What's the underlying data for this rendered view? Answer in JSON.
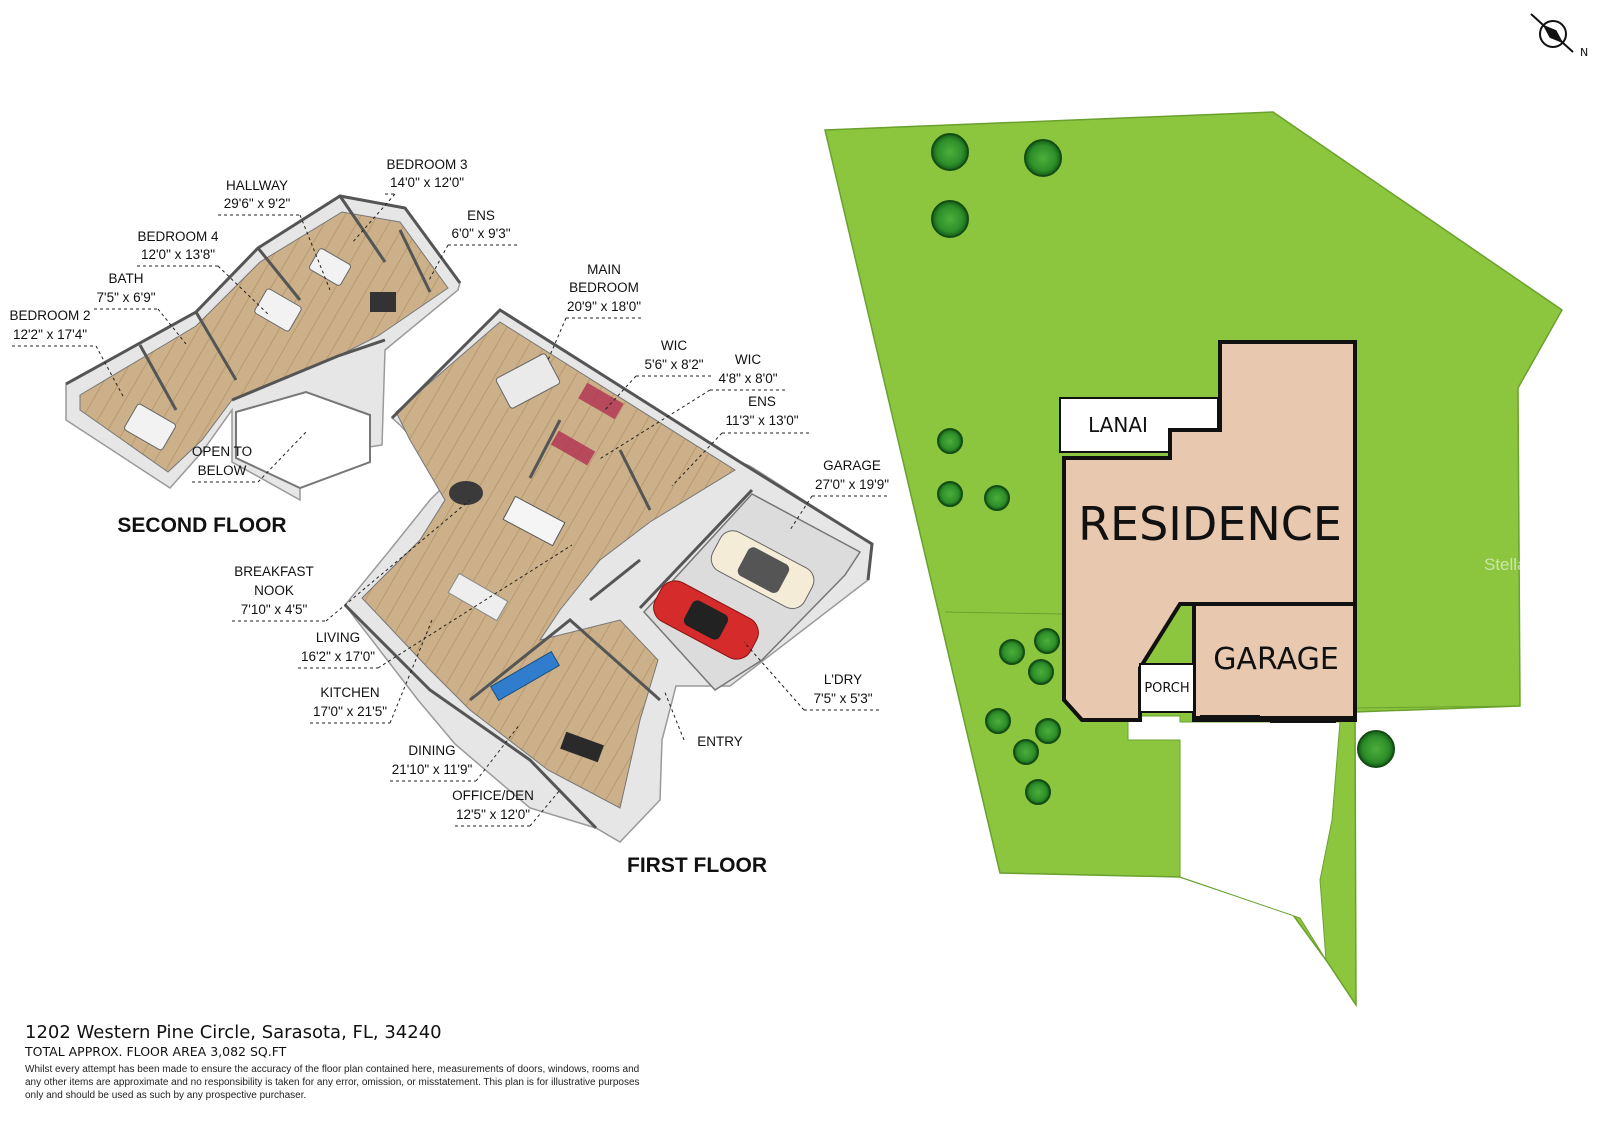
{
  "plan": {
    "second_floor_title": "SECOND FLOOR",
    "first_floor_title": "FIRST FLOOR",
    "rooms_second": [
      {
        "name": "BEDROOM 3",
        "dims": "14'0\" x 12'0\""
      },
      {
        "name": "HALLWAY",
        "dims": "29'6\" x 9'2\""
      },
      {
        "name": "ENS",
        "dims": "6'0\" x 9'3\""
      },
      {
        "name": "BEDROOM 4",
        "dims": "12'0\" x 13'8\""
      },
      {
        "name": "BATH",
        "dims": "7'5\" x 6'9\""
      },
      {
        "name": "BEDROOM 2",
        "dims": "12'2\" x 17'4\""
      },
      {
        "name": "OPEN TO",
        "name2": "BELOW"
      }
    ],
    "rooms_first": [
      {
        "name": "MAIN",
        "name2": "BEDROOM",
        "dims": "20'9\" x 18'0\""
      },
      {
        "name": "WIC",
        "dims": "5'6\" x 8'2\""
      },
      {
        "name": "WIC",
        "dims": "4'8\" x 8'0\""
      },
      {
        "name": "ENS",
        "dims": "11'3\" x 13'0\""
      },
      {
        "name": "GARAGE",
        "dims": "27'0\" x 19'9\""
      },
      {
        "name": "BREAKFAST",
        "name2": "NOOK",
        "dims": "7'10\" x 4'5\""
      },
      {
        "name": "LIVING",
        "dims": "16'2\" x 17'0\""
      },
      {
        "name": "KITCHEN",
        "dims": "17'0\" x 21'5\""
      },
      {
        "name": "L'DRY",
        "dims": "7'5\" x 5'3\""
      },
      {
        "name": "ENTRY"
      },
      {
        "name": "DINING",
        "dims": "21'10\" x 11'9\""
      },
      {
        "name": "OFFICE/DEN",
        "dims": "12'5\" x 12'0\""
      }
    ]
  },
  "site": {
    "compass": "N",
    "lanai": "LANAI",
    "residence": "RESIDENCE",
    "garage": "GARAGE",
    "porch": "PORCH",
    "watermark": "StellarMLS",
    "colors": {
      "lawn": "#8cc63f",
      "building": "#e8c9b0",
      "outline": "#111111"
    }
  },
  "footer": {
    "address": "1202 Western Pine Circle, Sarasota, FL, 34240",
    "area": "TOTAL APPROX. FLOOR AREA 3,082 SQ.FT",
    "disclaimer": "Whilst every attempt has been made to ensure the accuracy of the floor plan contained here, measurements of doors, windows, rooms and any other items are approximate and no responsibility is taken for any error, omission, or misstatement. This plan is for illustrative purposes only and should be used as such by any prospective purchaser."
  }
}
